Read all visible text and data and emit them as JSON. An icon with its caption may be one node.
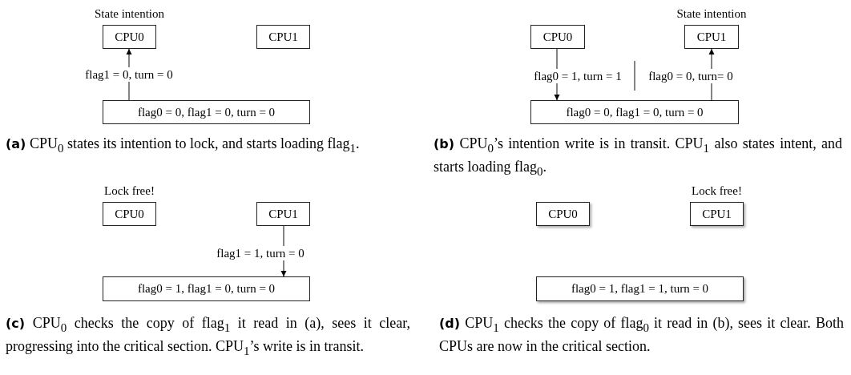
{
  "diagram": {
    "nodes": [
      {
        "text": [
          "CPU0"
        ],
        "beside": [
          "State intention"
        ]
      },
      {
        "text": [
          "CPU1"
        ]
      },
      {
        "text": [
          "flag0 = 0, flag1 = 0, turn = 0"
        ]
      },
      {
        "text": [
          "CPU0"
        ]
      },
      {
        "text": [
          "CPU1"
        ],
        "beside": [
          "State intention"
        ]
      },
      {
        "text": [
          "flag0 = 0, flag1 = 0, turn = 0"
        ]
      },
      {
        "text": [
          "CPU0"
        ],
        "beside": [
          "Lock free!"
        ]
      },
      {
        "text": [
          "CPU1"
        ]
      },
      {
        "text": [
          "flag0 = 1, flag1 = 0, turn = 0"
        ]
      },
      {
        "text": [
          "CPU0"
        ]
      },
      {
        "text": [
          "CPU1"
        ],
        "beside": [
          "Lock free!"
        ]
      },
      {
        "text": [
          "flag0 = 1, flag1 = 1, turn = 0"
        ]
      }
    ],
    "edges": [
      {
        "from": 2,
        "to": 0,
        "arrow": "to",
        "label": "flag1 = 0, turn = 0"
      },
      {
        "from": 3,
        "to": 5,
        "arrow": "to",
        "label": "flag0 = 1, turn = 1"
      },
      {
        "from": 5,
        "to": 4,
        "arrow": "to",
        "label": "flag0 = 0, turn= 0"
      },
      {
        "from": 7,
        "to": 8,
        "arrow": "to",
        "label": "flag1 = 1, turn = 0"
      }
    ],
    "labels": [
      "**(a)** CPU$_{0}$ states its intention to lock, and starts loading flag$_{1}$.",
      "**(b)** CPU$_{0}$’s intention write is in transit. CPU$_{1}$ also states intent, and starts loading flag$_{0}$.",
      "**(c)** CPU$_{0}$ checks the copy of flag$_{1}$ it read in (a), sees it clear, progressing into the critical section. CPU$_{1}$’s write is in transit.",
      "**(d)** CPU$_{1}$ checks the copy of flag$_{0}$ it read in (b), sees it clear. Both CPUs are now in the critical section."
    ]
  }
}
